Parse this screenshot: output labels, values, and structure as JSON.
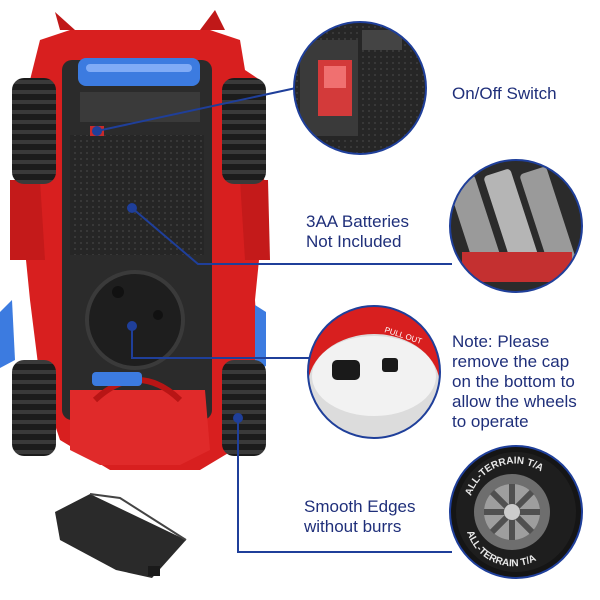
{
  "callouts": {
    "switch": {
      "lines": [
        "On/Off Switch"
      ]
    },
    "batteries": {
      "lines": [
        "3AA Batteries",
        "Not Included"
      ]
    },
    "cap": {
      "lines": [
        "Note: Please",
        "remove the cap",
        "on the bottom to",
        "allow the wheels",
        "to operate"
      ]
    },
    "edges": {
      "lines": [
        "Smooth Edges",
        "without burrs"
      ]
    }
  },
  "tire_text": {
    "top": "ALL-TERRAIN T/A",
    "bottom": "ALL-TERRAIN T/A"
  },
  "cap_text": "PULL OUT",
  "colors": {
    "car_red": "#d81f1f",
    "chassis": "#2b2b2b",
    "blue_light": "#3c7be0",
    "callout_line": "#1f3f9a",
    "text": "#1f2f7a"
  }
}
